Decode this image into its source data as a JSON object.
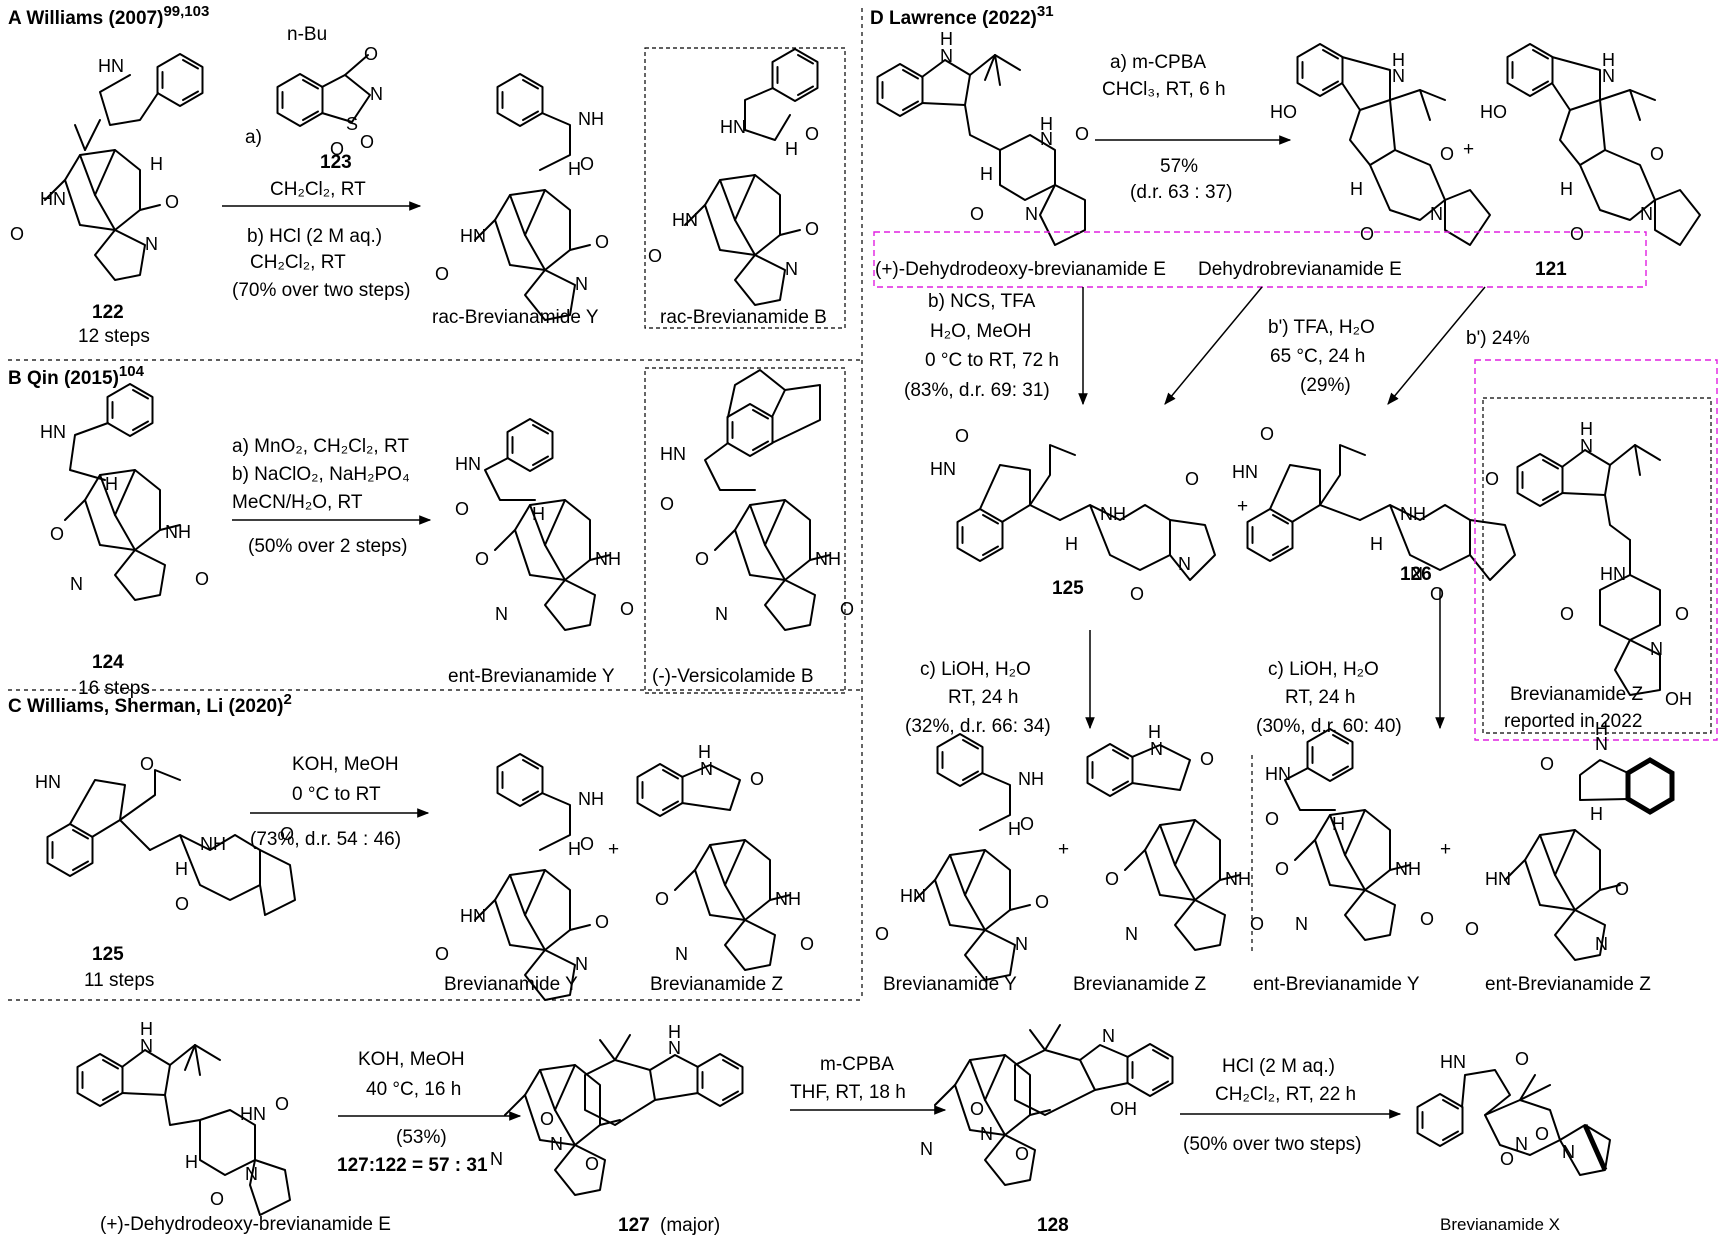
{
  "panels": {
    "A": {
      "letter": "A",
      "authors": "Williams",
      "year": "(2007)",
      "refs": "99,103",
      "start_label": "122",
      "start_steps": "12 steps",
      "reagent_label": "123",
      "reagent_butyl": "n-Bu",
      "step_a": "a)",
      "cond1": "CH₂Cl₂, RT",
      "step_b": "b) HCl (2 M aq.)",
      "cond2": "CH₂Cl₂, RT",
      "yield": "(70% over two steps)",
      "product1": "rac-Brevianamide Y",
      "product2": "rac-Brevianamide B"
    },
    "B": {
      "letter": "B",
      "authors": "Qin",
      "year": "(2015)",
      "refs": "104",
      "start_label": "124",
      "start_steps": "16 steps",
      "cond1": "a) MnO₂, CH₂Cl₂, RT",
      "cond2": "b) NaClO₂, NaH₂PO₄",
      "cond3": "MeCN/H₂O, RT",
      "yield": "(50% over 2 steps)",
      "product1": "ent-Brevianamide Y",
      "product2": "(-)-Versicolamide B"
    },
    "C": {
      "letter": "C",
      "authors": "Williams, Sherman, Li",
      "year": "(2020)",
      "refs": "2",
      "start_label": "125",
      "start_steps": "11 steps",
      "cond1": "KOH, MeOH",
      "cond2": "0 °C to RT",
      "yield": "(73%, d.r. 54 : 46)",
      "product1": "Brevianamide Y",
      "product2": "Brevianamide Z",
      "plus": "+"
    },
    "D": {
      "letter": "D",
      "authors": "Lawrence",
      "year": "(2022)",
      "refs": "31",
      "step_a1": "a) m-CPBA",
      "step_a2": "CHCl₃, RT, 6 h",
      "step_a3": "57%",
      "step_a4": "(d.r. 63 : 37)",
      "sm_name": "(+)-Dehydrodeoxy-brevianamide E",
      "int1_name": "Dehydrobrevianamide E",
      "int2_name": "121",
      "step_b1": "b) NCS, TFA",
      "step_b2": "H₂O, MeOH",
      "step_b3": "0 °C to RT, 72 h",
      "step_b4": "(83%, d.r. 69: 31)",
      "step_bp1": "b') TFA, H₂O",
      "step_bp2": "65 °C, 24 h",
      "step_bp3": "(29%)",
      "step_bp_alt": "b') 24%",
      "mid1": "125",
      "mid2": "126",
      "step_c1": "c) LiOH, H₂O",
      "step_c2": "RT, 24 h",
      "step_c3": "(32%, d.r. 66: 34)",
      "step_c4": "c) LiOH, H₂O",
      "step_c5": "RT, 24 h",
      "step_c6": "(30%, d.r. 60: 40)",
      "box_name1": "Brevianamide Z",
      "box_name2": "reported in 2022",
      "p1": "Brevianamide Y",
      "p2": "Brevianamide Z",
      "p3": "ent-Brevianamide Y",
      "p4": "ent-Brevianamide Z",
      "plus": "+"
    },
    "E": {
      "sm_name": "(+)-Dehydrodeoxy-brevianamide E",
      "cond1": "KOH, MeOH",
      "cond2": "40 °C, 16 h",
      "cond3": "(53%)",
      "ratio": "127:122 = 57 : 31",
      "int1": "127",
      "int1_note": "(major)",
      "cond4": "m-CPBA",
      "cond5": "THF, RT, 18 h",
      "int2": "128",
      "cond6": "HCl (2 M aq.)",
      "cond7": "CH₂Cl₂, RT, 22 h",
      "cond8": "(50% over two steps)",
      "product": "Brevianamide X"
    }
  }
}
